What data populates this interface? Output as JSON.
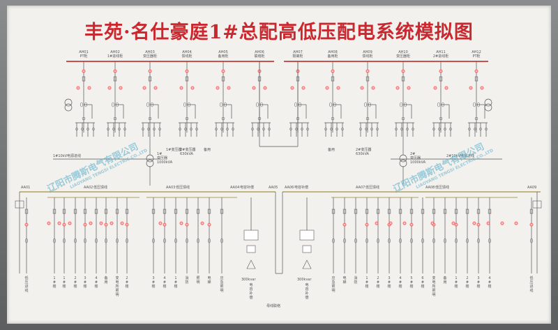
{
  "title": "丰苑·名仕豪庭1#总配高低压配电系统模拟图",
  "colors": {
    "hv_bus": "#c23a3a",
    "lv_bus": "#b0a060",
    "line": "#555555",
    "indicator": "#ff6a6a",
    "title": "#c8282e",
    "watermark": "#50aac8"
  },
  "watermark": {
    "company": "辽阳市腾斯电气有限公司",
    "company_en": "LIAOYANG TENGSI ELECTRIC CO.,LTD"
  },
  "hv_left": {
    "cabinets": [
      {
        "id": "AH01",
        "name": "PT柜"
      },
      {
        "id": "AH02",
        "name": "1#进线柜"
      },
      {
        "id": "AH03",
        "name": "变压器柜"
      },
      {
        "id": "AH04",
        "name": "馈线柜"
      },
      {
        "id": "AH05",
        "name": "备用柜"
      },
      {
        "id": "AH06",
        "name": "联络柜"
      }
    ]
  },
  "hv_right": {
    "cabinets": [
      {
        "id": "AH07",
        "name": "隔离柜"
      },
      {
        "id": "AH08",
        "name": "备用柜"
      },
      {
        "id": "AH09",
        "name": "馈线柜"
      },
      {
        "id": "AH10",
        "name": "变压器柜"
      },
      {
        "id": "AH11",
        "name": "2#进线柜"
      },
      {
        "id": "AH12",
        "name": "PT柜"
      }
    ]
  },
  "hv_notes": {
    "left_incoming": "1#10kV电源进线",
    "right_incoming": "2#10kV电源进线",
    "left_feeders": [
      "1#变压器",
      "2#变压器",
      "备用"
    ],
    "left_feeder_2": "630kVA",
    "right_feeders": [
      "备用",
      "2#变压器"
    ],
    "right_feeder_2": "630kVA"
  },
  "transformers": {
    "left": {
      "name": "1#",
      "label": "变压器",
      "rating": "1000kVA"
    },
    "right": {
      "name": "2#",
      "label": "变压器",
      "rating": "1000kVA"
    }
  },
  "lv_left": {
    "sections": [
      {
        "id": "AA01",
        "name": ""
      },
      {
        "id": "AA02",
        "name": "低压馈线"
      },
      {
        "id": "AA03",
        "name": "低压馈线"
      },
      {
        "id": "AA04",
        "name": "电容补偿"
      },
      {
        "id": "AA05",
        "name": ""
      }
    ]
  },
  "lv_right": {
    "sections": [
      {
        "id": "AA06",
        "name": "电容补偿"
      },
      {
        "id": "AA07",
        "name": "低压馈线"
      },
      {
        "id": "AA08",
        "name": "低压馈线"
      },
      {
        "id": "AA09",
        "name": ""
      }
    ]
  },
  "capacitors": {
    "left": {
      "rating": "300kvar",
      "label": "电容补偿"
    },
    "right": {
      "rating": "300kvar",
      "label": "电容补偿"
    },
    "bus_tie": "母线联络"
  },
  "lv_bottom_left": [
    "低压进线",
    "1#楼",
    "1#楼",
    "2#楼",
    "3#楼",
    "4#楼",
    "备用",
    "变电所照明",
    "2#楼",
    "3#楼",
    "4#楼",
    "1#楼",
    "消防",
    "照明",
    "电梯",
    "应急照明"
  ],
  "lv_bottom_right": [
    "应急照明",
    "电梯",
    "消防",
    "1#楼",
    "2#楼",
    "3#楼",
    "4#楼",
    "5#楼",
    "6#楼",
    "变电所照明",
    "备用",
    "1#楼",
    "2#楼",
    "3#楼",
    "4#楼",
    "低压进线"
  ]
}
